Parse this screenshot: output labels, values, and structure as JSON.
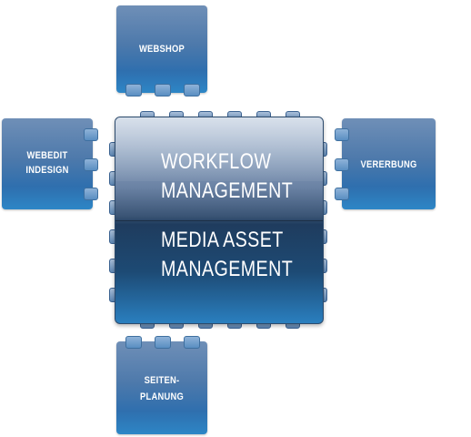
{
  "central": {
    "top_line1": "WORKFLOW",
    "top_line2": "MANAGEMENT",
    "bottom_line1": "MEDIA ASSET",
    "bottom_line2": "MANAGEMENT"
  },
  "modules": {
    "top": "WEBSHOP",
    "left_line1": "WEBEDIT",
    "left_line2": "INDESIGN",
    "right": "VERERBUNG",
    "bottom_line1": "SEITEN-",
    "bottom_line2": "PLANUNG"
  },
  "colors": {
    "module_blue": "#4d79ab",
    "chip_dark": "#1f3c5e",
    "text": "#ffffff"
  }
}
